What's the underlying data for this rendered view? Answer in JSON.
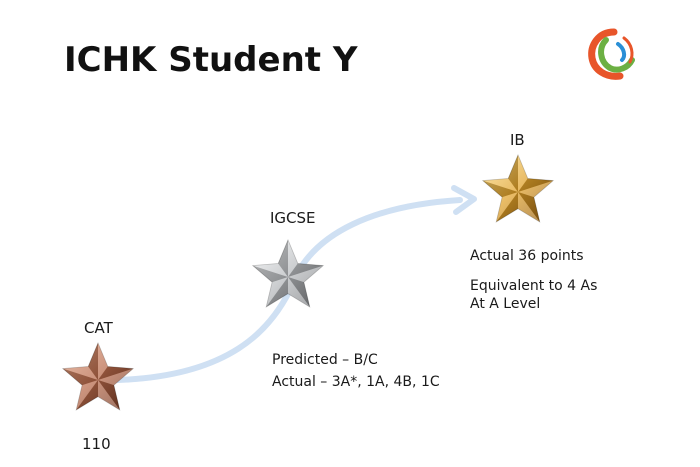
{
  "slide": {
    "title": "ICHK Student Y"
  },
  "logo": {
    "icon": "swirl-logo-icon",
    "colors": [
      "#e8552a",
      "#6cb043",
      "#2a8fd6"
    ]
  },
  "stages": [
    {
      "name": "CAT",
      "details": [
        "110"
      ],
      "star_color": "#b86a4b"
    },
    {
      "name": "IGCSE",
      "details": [
        "Predicted – B/C",
        "Actual – 3A*, 1A, 4B, 1C"
      ],
      "star_color": "#b9bcbf"
    },
    {
      "name": "IB",
      "details": [
        "Actual 36 points",
        "Equivalent to 4 As",
        "At A Level"
      ],
      "star_color": "#e0a12a"
    }
  ],
  "arrow_color": "#cfe0f3"
}
